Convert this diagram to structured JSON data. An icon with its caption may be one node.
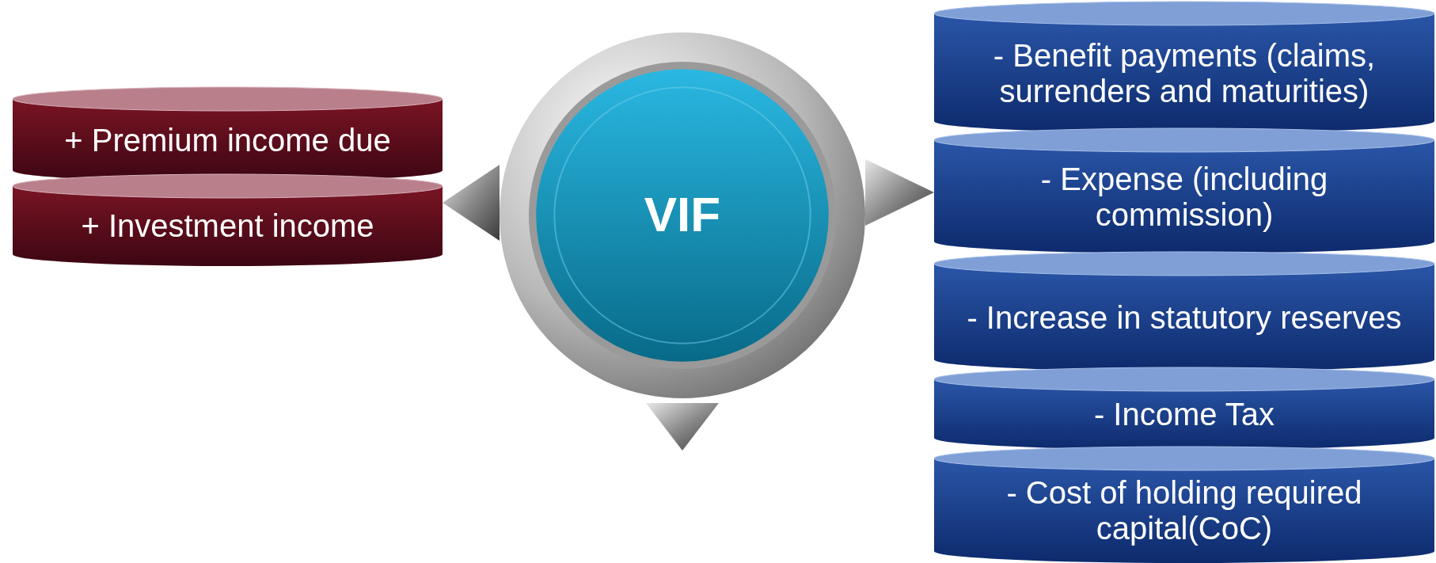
{
  "diagram": {
    "nodes": [
      {
        "text": [
          "+ Premium income due"
        ]
      },
      {
        "text": [
          "+ Investment income"
        ]
      },
      {
        "text": [
          "VIF"
        ]
      },
      {
        "text": [
          "- Benefit payments (claims, surrenders and maturities)"
        ]
      },
      {
        "text": [
          "- Expense (including commission)"
        ]
      },
      {
        "text": [
          "- Increase in statutory reserves"
        ]
      },
      {
        "text": [
          "- Income Tax"
        ]
      },
      {
        "text": [
          "- Cost of holding required capital(CoC)"
        ]
      }
    ],
    "edges": [
      {
        "from": 2,
        "to": 1,
        "arrow": "to"
      },
      {
        "from": 2,
        "to": 4,
        "arrow": "to"
      },
      {
        "from": 2,
        "to": null,
        "arrow": "to"
      }
    ]
  }
}
